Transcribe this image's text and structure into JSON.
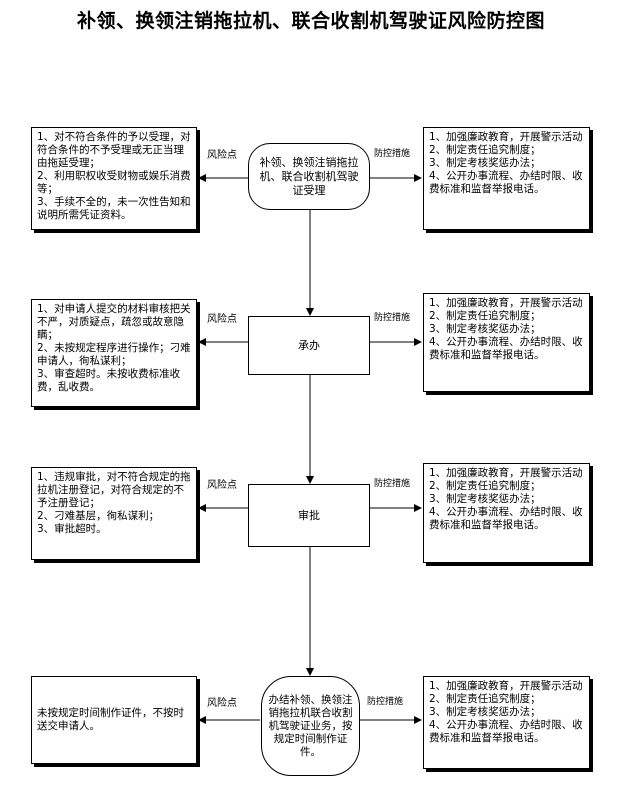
{
  "title": "补领、换领注销拖拉机、联合收割机驾驶证风险防控图",
  "labels": {
    "risk": "风险点",
    "control": "防控措施"
  },
  "stages": [
    {
      "center": "补领、换领注销拖拉机、联合收割机驾驶证受理",
      "risks": [
        "1、对不符合条件的予以受理，对符合条件的不予受理或无正当理由拖延受理；",
        "2、利用职权收受财物或娱乐消费等；",
        "3、手续不全的，未一次性告知和说明所需凭证资料。"
      ],
      "measures": [
        "1、加强廉政教育，开展警示活动",
        "2、制定责任追究制度；",
        "3、制定考核奖惩办法；",
        "4、公开办事流程、办结时限、收费标准和监督举报电话。"
      ]
    },
    {
      "center": "承办",
      "risks": [
        "1、对申请人提交的材料审核把关不严，对质疑点，疏忽或故意隐瞒；",
        "2、未按规定程序进行操作；刁难申请人，徇私谋利；",
        "3、审查超时。未按收费标准收费，乱收费。"
      ],
      "measures": [
        "1、加强廉政教育，开展警示活动",
        "2、制定责任追究制度；",
        "3、制定考核奖惩办法；",
        "4、公开办事流程、办结时限、收费标准和监督举报电话。"
      ]
    },
    {
      "center": "审批",
      "risks": [
        "1、违规审批，对不符合规定的拖拉机注册登记，对符合规定的不予注册登记；",
        "2、刁难基层，徇私谋利；",
        "3、审批超时。"
      ],
      "measures": [
        "1、加强廉政教育，开展警示活动",
        "2、制定责任追究制度；",
        "3、制定考核奖惩办法；",
        "4、公开办事流程、办结时限、收费标准和监督举报电话。"
      ]
    },
    {
      "center": "办结补领、换领注销拖拉机联合收割机驾驶证业务，按规定时间制作证件。",
      "risks": [
        "未按规定时间制作证件，不按时送交申请人。"
      ],
      "measures": [
        "1、加强廉政教育，开展警示活动",
        "2、制定责任追究制度；",
        "3、制定考核奖惩办法；",
        "4、公开办事流程、办结时限、收费标准和监督举报电话。"
      ]
    }
  ]
}
